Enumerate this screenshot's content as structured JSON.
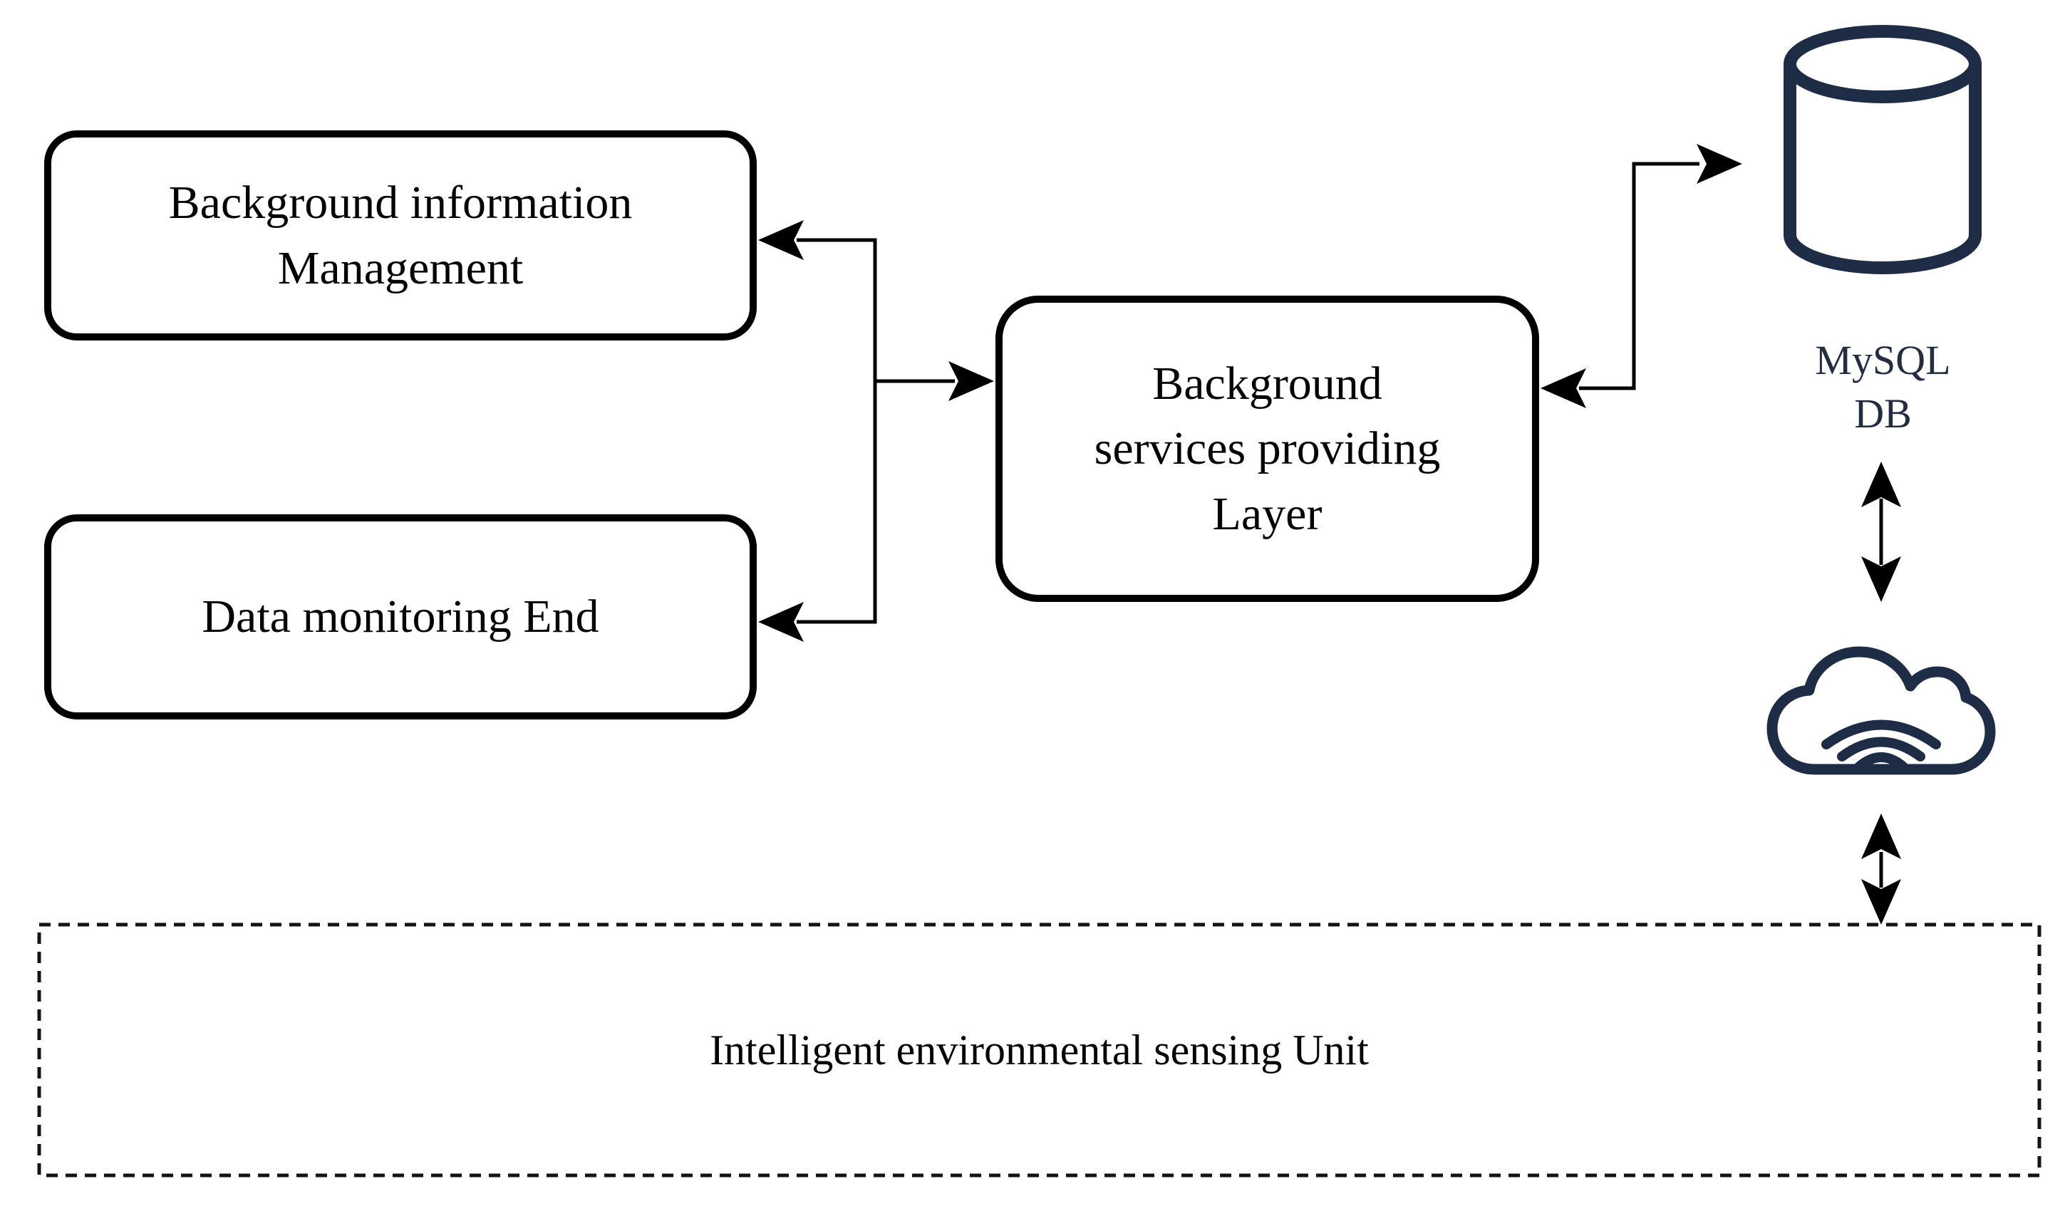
{
  "boxes": {
    "background_info_management": {
      "line1": "Background information",
      "line2": "Management"
    },
    "data_monitoring_end": {
      "label": "Data monitoring End"
    },
    "background_services_layer": {
      "line1": "Background",
      "line2": "services providing",
      "line3": "Layer"
    },
    "sensing_unit": {
      "label": "Intelligent environmental sensing Unit"
    }
  },
  "database_label": {
    "line1": "MySQL",
    "line2": "DB"
  },
  "icons": [
    {
      "name": "database-cylinder-icon",
      "color": "#1f2c45"
    },
    {
      "name": "cloud-wifi-icon",
      "color": "#1f2c45"
    }
  ],
  "colors": {
    "connector": "#000000",
    "box_border": "#000000",
    "dashed_border": "#141414",
    "text": "#050505",
    "db_text": "#232d42",
    "icon_stroke": "#1f2c45",
    "background": "#ffffff"
  }
}
